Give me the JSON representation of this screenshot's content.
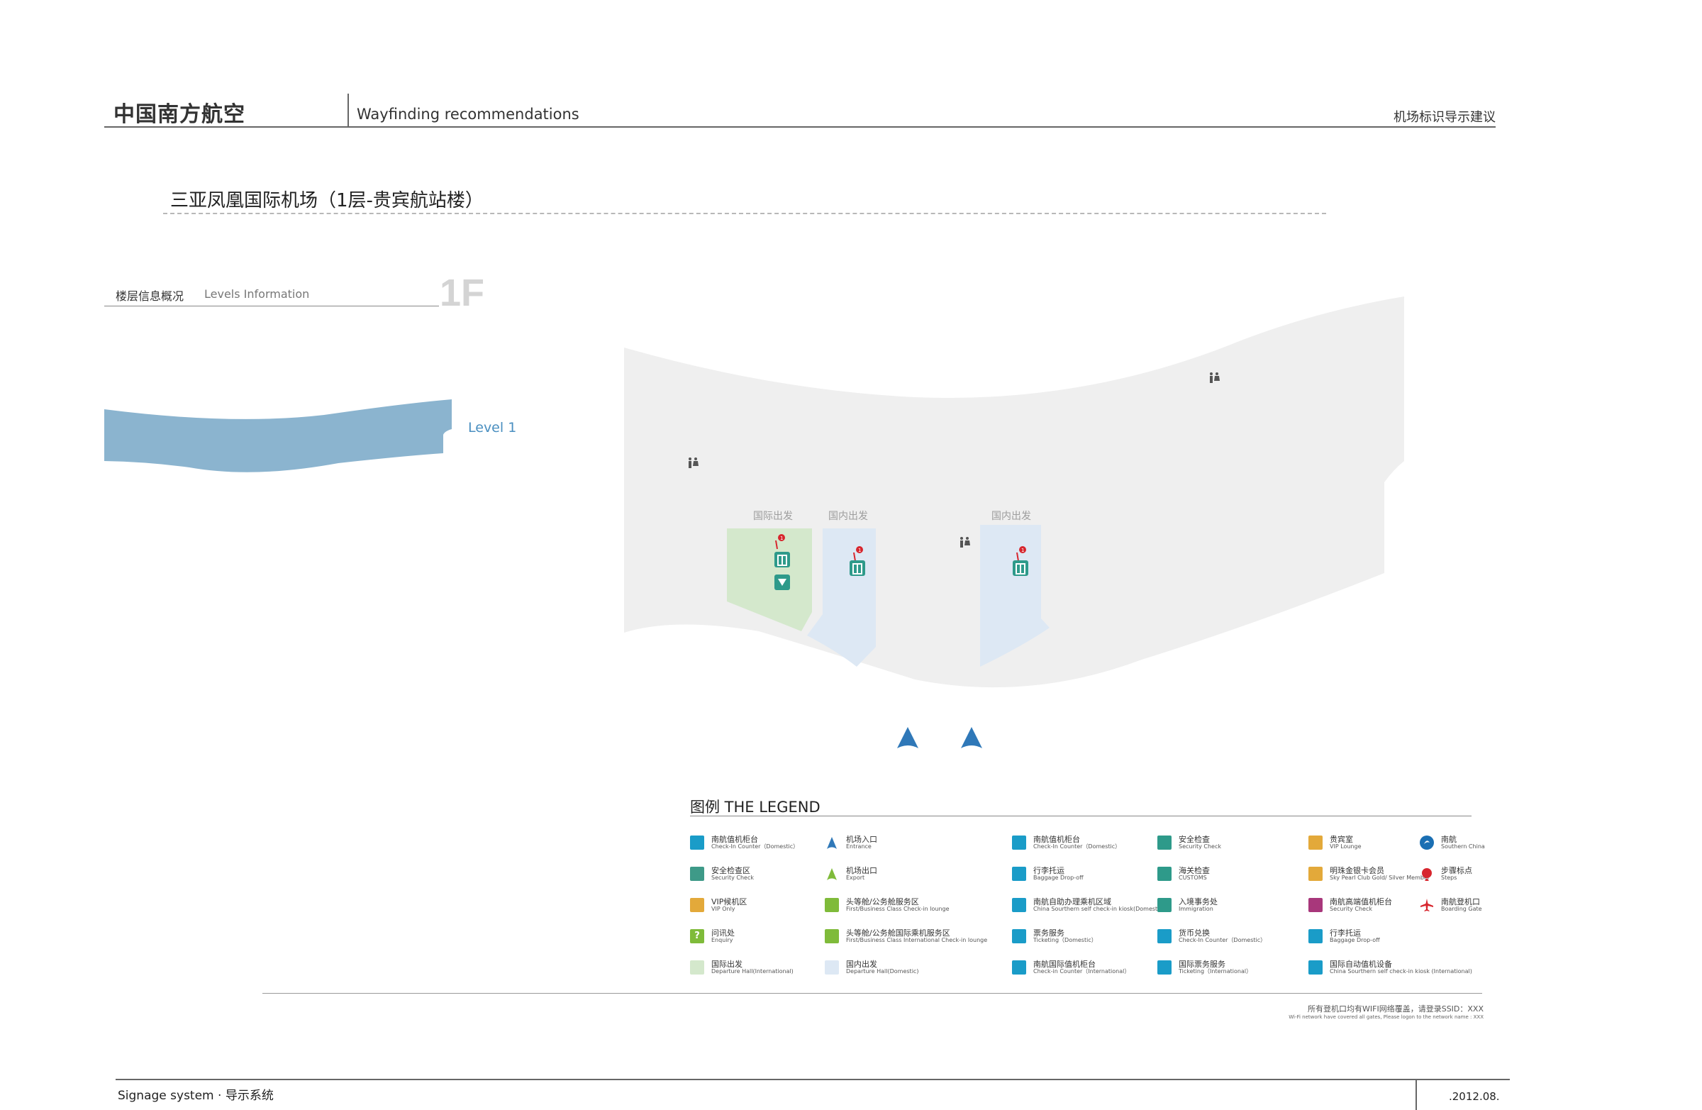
{
  "header": {
    "brand": "中国南方航空",
    "subtitle": "Wayfinding recommendations",
    "right_title": "机场标识导示建议"
  },
  "page_title": "三亚凤凰国际机场（1层-贵宾航站楼）",
  "levels": {
    "label_cn": "楼层信息概况",
    "label_en": "Levels Information",
    "floor_code": "1F",
    "level_label": "Level 1"
  },
  "map": {
    "zones": [
      {
        "name": "国际出发",
        "color": "#d4e8cc"
      },
      {
        "name": "国内出发",
        "color": "#dde8f4"
      },
      {
        "name": "国内出发",
        "color": "#dde8f4"
      }
    ],
    "colors": {
      "floor": "#efefef",
      "level_band": "#8bb4cf",
      "marker_red": "#d7262e",
      "counter_teal": "#2e9a8a",
      "entrance_blue": "#2f78b8"
    },
    "icons": [
      "restroom-icon",
      "check-in-counter-icon",
      "self-check-in-kiosk-icon",
      "info-badge-icon",
      "entrance-arrow-icon"
    ]
  },
  "legend": {
    "title": "图例  THE LEGEND",
    "items": [
      {
        "cn": "南航值机柜台",
        "en": "Check-In Counter（Domestic）",
        "color": "#1a9cc8",
        "icon": "counter-square"
      },
      {
        "cn": "安全检查区",
        "en": "Security Check",
        "color": "#3e9a88",
        "icon": "security-square"
      },
      {
        "cn": "VIP候机区",
        "en": "VIP Only",
        "color": "#e3a93a",
        "icon": "vip-square"
      },
      {
        "cn": "问讯处",
        "en": "Enquiry",
        "color": "#7fbb3a",
        "icon": "question-icon"
      },
      {
        "cn": "国际出发",
        "en": "Departure Hall(International)",
        "color": "#d4e8cc",
        "icon": "zone-square"
      },
      {
        "cn": "机场入口",
        "en": "Entrance",
        "color": "#2f78b8",
        "icon": "entrance-arrow-icon"
      },
      {
        "cn": "机场出口",
        "en": "Export",
        "color": "#7fbb3a",
        "icon": "exit-arrow-icon"
      },
      {
        "cn": "头等舱/公务舱服务区",
        "en": "First/Business Class Check-in lounge",
        "color": "#7fbb3a",
        "icon": "first-class-icon"
      },
      {
        "cn": "头等舱/公务舱国际乘机服务区",
        "en": "First/Business Class International Check-in lounge",
        "color": "#7fbb3a",
        "icon": "first-class-intl-icon"
      },
      {
        "cn": "国内出发",
        "en": "Departure Hall(Domestic)",
        "color": "#dde8f4",
        "icon": "zone-square"
      },
      {
        "cn": "南航值机柜台",
        "en": "Check-In Counter（Domestic）",
        "color": "#1a9cc8",
        "icon": "counter-icon"
      },
      {
        "cn": "行李托运",
        "en": "Baggage Drop-off",
        "color": "#1a9cc8",
        "icon": "baggage-icon"
      },
      {
        "cn": "南航自助办理乘机区域",
        "en": "China Sourthern self check-in kiosk(Domestic)",
        "color": "#1a9cc8",
        "icon": "kiosk-icon"
      },
      {
        "cn": "票务服务",
        "en": "Ticketing（Domestic）",
        "color": "#1a9cc8",
        "icon": "ticket-icon"
      },
      {
        "cn": "南航国际值机柜台",
        "en": "Check-in Counter（International）",
        "color": "#1a9cc8",
        "icon": "counter-intl-icon"
      },
      {
        "cn": "安全检查",
        "en": "Security Check",
        "color": "#2e9a8a",
        "icon": "security-icon"
      },
      {
        "cn": "海关检查",
        "en": "CUSTOMS",
        "color": "#2e9a8a",
        "icon": "customs-icon"
      },
      {
        "cn": "入境事务处",
        "en": "Immigration",
        "color": "#2e9a8a",
        "icon": "immigration-icon"
      },
      {
        "cn": "货币兑换",
        "en": "Check-In Counter（Domestic）",
        "color": "#1a9cc8",
        "icon": "currency-icon"
      },
      {
        "cn": "国际票务服务",
        "en": "Ticketing（International）",
        "color": "#1a9cc8",
        "icon": "ticket-intl-icon"
      },
      {
        "cn": "贵宾室",
        "en": "VIP Lounge",
        "color": "#e3a93a",
        "icon": "vip-lounge-icon"
      },
      {
        "cn": "明珠金银卡会员",
        "en": "Sky Pearl Club Gold/ Silver Member",
        "color": "#e3a93a",
        "icon": "member-icon"
      },
      {
        "cn": "南航高端值机柜台",
        "en": "Security Check",
        "color": "#a8377b",
        "icon": "premium-counter-icon"
      },
      {
        "cn": "行李托运",
        "en": "Baggage Drop-off",
        "color": "#1a9cc8",
        "icon": "baggage-icon"
      },
      {
        "cn": "国际自动值机设备",
        "en": "China Sourthern self check-in kiosk (International)",
        "color": "#1a9cc8",
        "icon": "kiosk-intl-icon"
      },
      {
        "cn": "南航",
        "en": "Southern China",
        "color": "#1a6fb3",
        "icon": "csair-logo-icon"
      },
      {
        "cn": "步骤标点",
        "en": "Steps",
        "color": "#d7262e",
        "icon": "step-marker-icon"
      },
      {
        "cn": "南航登机口",
        "en": "Boarding Gate",
        "color": "#d7262e",
        "icon": "plane-icon"
      }
    ]
  },
  "notice": {
    "cn": "所有登机口均有WIFI网络覆盖，请登录SSID：XXX",
    "en": "Wi-Fi network have covered all gates, Please logon to the network name : XXX"
  },
  "footer": {
    "left": "Signage system · 导示系统",
    "date": ".2012.08."
  }
}
